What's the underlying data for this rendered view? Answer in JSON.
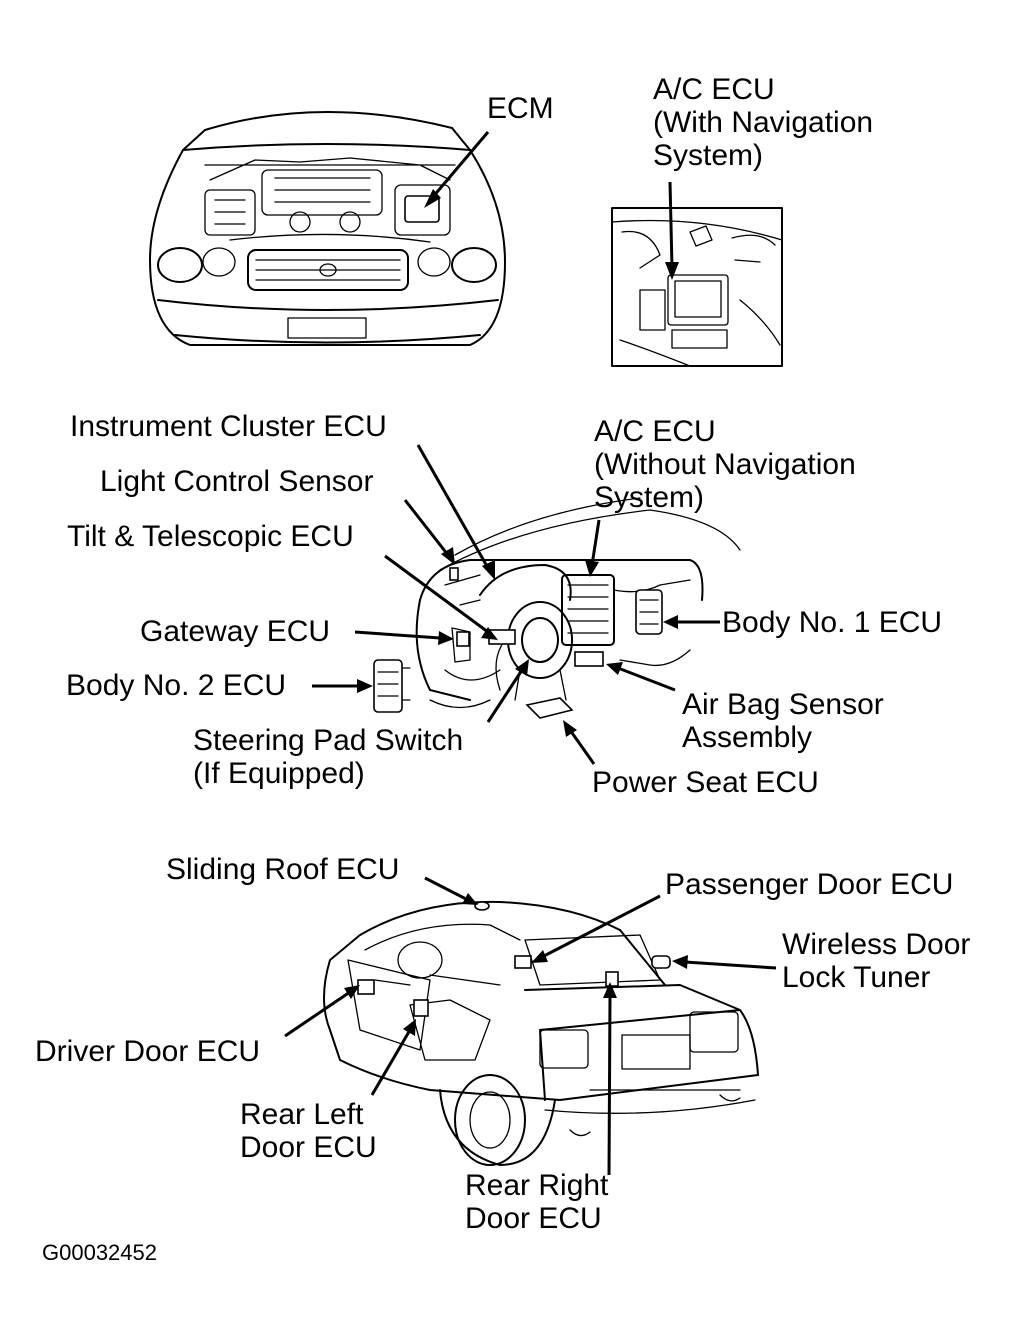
{
  "labels": {
    "ecm": "ECM",
    "ac_ecu_nav_1": "A/C ECU",
    "ac_ecu_nav_2": "(With Navigation",
    "ac_ecu_nav_3": "System)",
    "instrument_cluster": "Instrument Cluster ECU",
    "light_control": "Light Control Sensor",
    "tilt_telescopic": "Tilt & Telescopic ECU",
    "gateway": "Gateway ECU",
    "body_no2": "Body No. 2 ECU",
    "steering_pad_1": "Steering Pad Switch",
    "steering_pad_2": "(If Equipped)",
    "ac_ecu_nonav_1": "A/C ECU",
    "ac_ecu_nonav_2": "(Without Navigation",
    "ac_ecu_nonav_3": "System)",
    "body_no1": "Body No. 1 ECU",
    "airbag_1": "Air Bag Sensor",
    "airbag_2": "Assembly",
    "power_seat": "Power Seat ECU",
    "sliding_roof": "Sliding Roof ECU",
    "passenger_door": "Passenger Door ECU",
    "wireless_1": "Wireless Door",
    "wireless_2": "Lock Tuner",
    "driver_door": "Driver Door ECU",
    "rear_left_1": "Rear Left",
    "rear_left_2": "Door ECU",
    "rear_right_1": "Rear Right",
    "rear_right_2": "Door ECU",
    "figure_code": "G00032452"
  }
}
